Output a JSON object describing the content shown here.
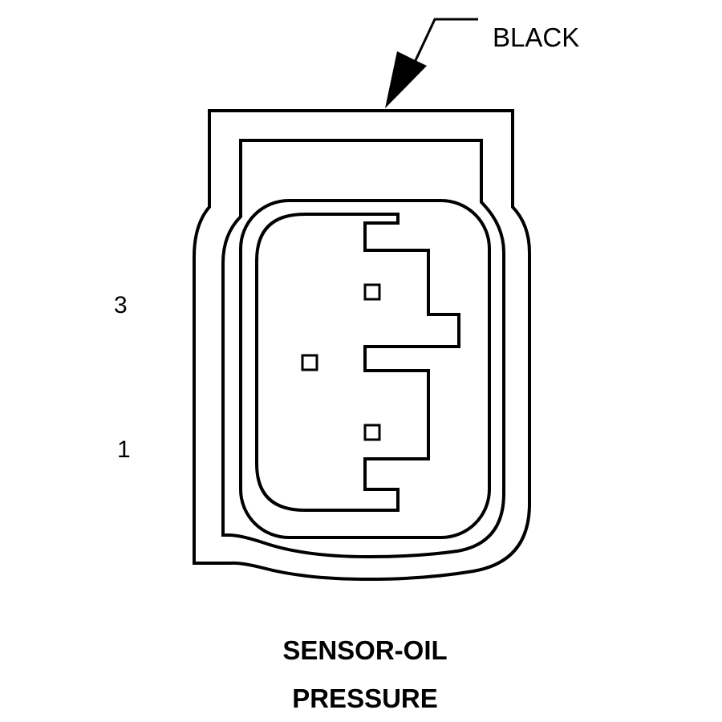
{
  "connector": {
    "color_label": "BLACK",
    "pins": [
      {
        "number": "3"
      },
      {
        "number": "1"
      }
    ],
    "title_line1": "SENSOR-OIL",
    "title_line2": "PRESSURE"
  },
  "colors": {
    "stroke": "#000000",
    "background": "#ffffff"
  }
}
